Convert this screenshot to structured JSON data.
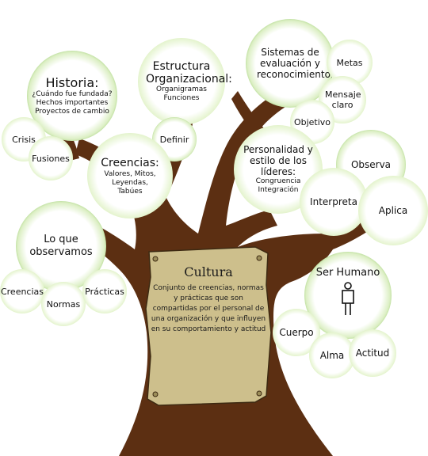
{
  "historia": {
    "title": "Historia:",
    "items": [
      "¿Cuándo fue fundada?",
      "Hechos importantes",
      "Proyectos de cambio"
    ]
  },
  "crisis": "Crisis",
  "fusiones": "Fusiones",
  "estructura": {
    "title": "Estructura Organizacional:",
    "items": [
      "Organigramas",
      "Funciones"
    ]
  },
  "definir": "Definir",
  "sistemas": {
    "title": "Sistemas de evaluación y reconocimiento:"
  },
  "metas": "Metas",
  "mensaje": "Mensaje claro",
  "objetivo": "Objetivo",
  "creencias_bubble": {
    "title": "Creencias:",
    "items": [
      "Valores, Mitos,",
      "Leyendas,",
      "Tabúes"
    ]
  },
  "personalidad": {
    "title": "Personalidad y estilo de los líderes:",
    "items": [
      "Congruencia",
      "Integración"
    ]
  },
  "observa": "Observa",
  "interpreta": "Interpreta",
  "aplica": "Aplica",
  "lo_que": {
    "title": "Lo que observamos"
  },
  "creencias_small": "Creencias",
  "normas": "Normas",
  "practicas": "Prácticas",
  "cultura": {
    "title": "Cultura",
    "description": "Conjunto de creencias, normas y prácticas que son compartidas por el personal de una organización y que influyen en su comportamiento y actitud"
  },
  "ser_humano": {
    "title": "Ser Humano",
    "icon": "person-icon"
  },
  "cuerpo": "Cuerpo",
  "alma": "Alma",
  "actitud": "Actitud",
  "colors": {
    "trunk": "#5c2f12",
    "dark_green": "#167a2c",
    "light_green": "#7bbb3d",
    "parchment": "#cdbf8c"
  }
}
